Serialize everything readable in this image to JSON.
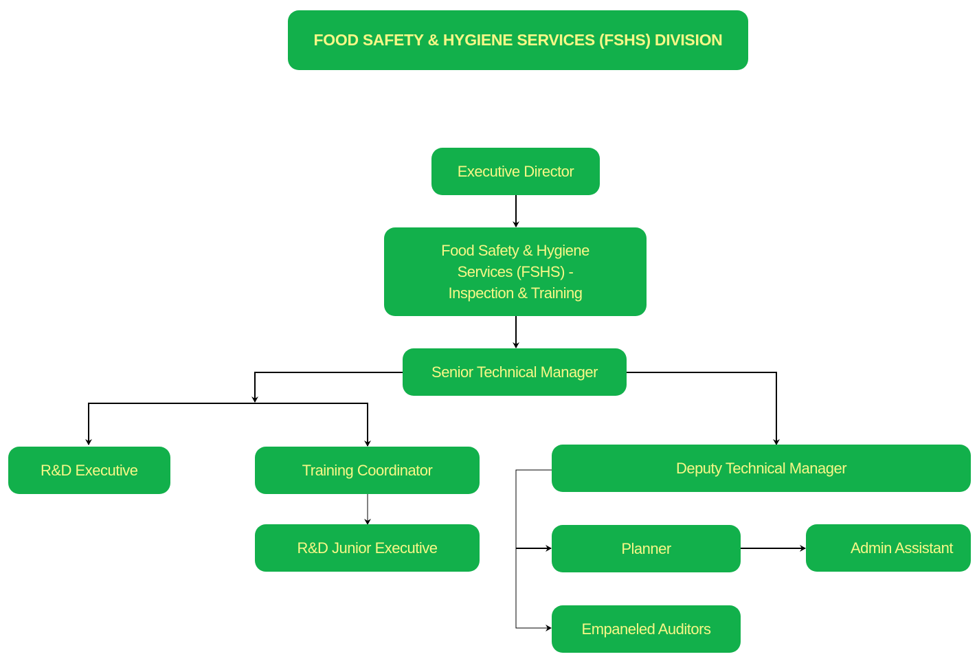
{
  "title": "FOOD SAFETY & HYGIENE SERVICES (FSHS) DIVISION",
  "colors": {
    "box_fill": "#12b04b",
    "box_text": "#f7f787",
    "connector": "#000000"
  },
  "nodes": {
    "executive_director": "Executive Director",
    "fshs_inspection_training": {
      "line1": "Food Safety & Hygiene",
      "line2": "Services (FSHS) -",
      "line3": "Inspection & Training"
    },
    "senior_technical_manager": "Senior Technical Manager",
    "rd_executive": "R&D Executive",
    "training_coordinator": "Training Coordinator",
    "rd_junior_executive": "R&D Junior Executive",
    "deputy_technical_manager": "Deputy Technical Manager",
    "planner": "Planner",
    "admin_assistant": "Admin Assistant",
    "empaneled_auditors": "Empaneled Auditors"
  },
  "edges": [
    [
      "executive_director",
      "fshs_inspection_training"
    ],
    [
      "fshs_inspection_training",
      "senior_technical_manager"
    ],
    [
      "senior_technical_manager",
      "rd_executive"
    ],
    [
      "senior_technical_manager",
      "training_coordinator"
    ],
    [
      "senior_technical_manager",
      "deputy_technical_manager"
    ],
    [
      "training_coordinator",
      "rd_junior_executive"
    ],
    [
      "deputy_technical_manager",
      "planner"
    ],
    [
      "deputy_technical_manager",
      "empaneled_auditors"
    ],
    [
      "planner",
      "admin_assistant"
    ]
  ]
}
